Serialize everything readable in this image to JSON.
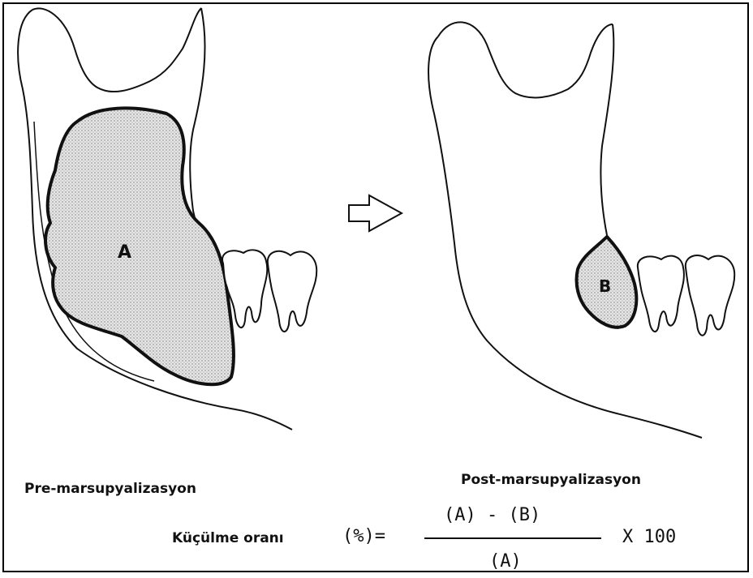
{
  "labels": {
    "cyst_a": "A",
    "cyst_b": "B",
    "pre": "Pre-marsupyalizasyon",
    "post": "Post-marsupyalizasyon",
    "formula_label": "Küçülme oranı"
  },
  "formula": {
    "percent": "(%)=",
    "numerator": "(A) - (B)",
    "denominator": "(A)",
    "multiplier": "X 100"
  },
  "icons": {
    "arrow": "right-arrow-icon"
  },
  "colors": {
    "line": "#111111",
    "lesion_fill": "#d9d9d9"
  }
}
